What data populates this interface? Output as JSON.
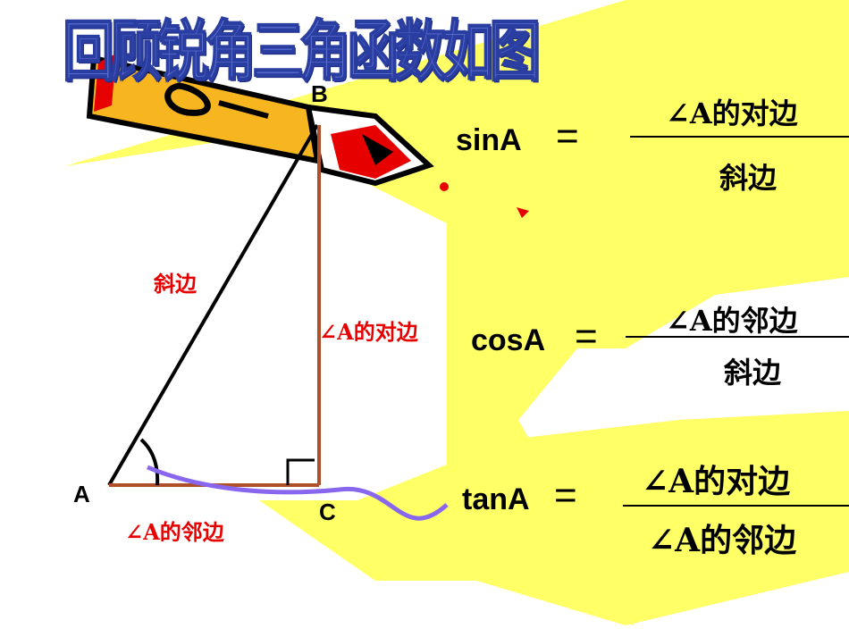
{
  "title": "回顾锐角三角函数如图",
  "vertices": {
    "a": "A",
    "b": "B",
    "c": "C"
  },
  "side_labels": {
    "hypotenuse": "斜边",
    "opposite": "∠A的对边",
    "adjacent": "∠A的邻边"
  },
  "formulas": [
    {
      "fn": "sinA",
      "eq": "=",
      "numerator": "∠A的对边",
      "denominator": "斜边"
    },
    {
      "fn": "cosA",
      "eq": "=",
      "numerator": "∠A的邻边",
      "denominator": "斜边"
    },
    {
      "fn": "tanA",
      "eq": "=",
      "numerator": "∠A的对边",
      "denominator": "∠A的邻边"
    }
  ],
  "colors": {
    "background_shape": "#ffff66",
    "triangle_left": "#000000",
    "triangle_right": "#a0522d",
    "label_red": "#e60000",
    "wave": "#8866ee"
  }
}
